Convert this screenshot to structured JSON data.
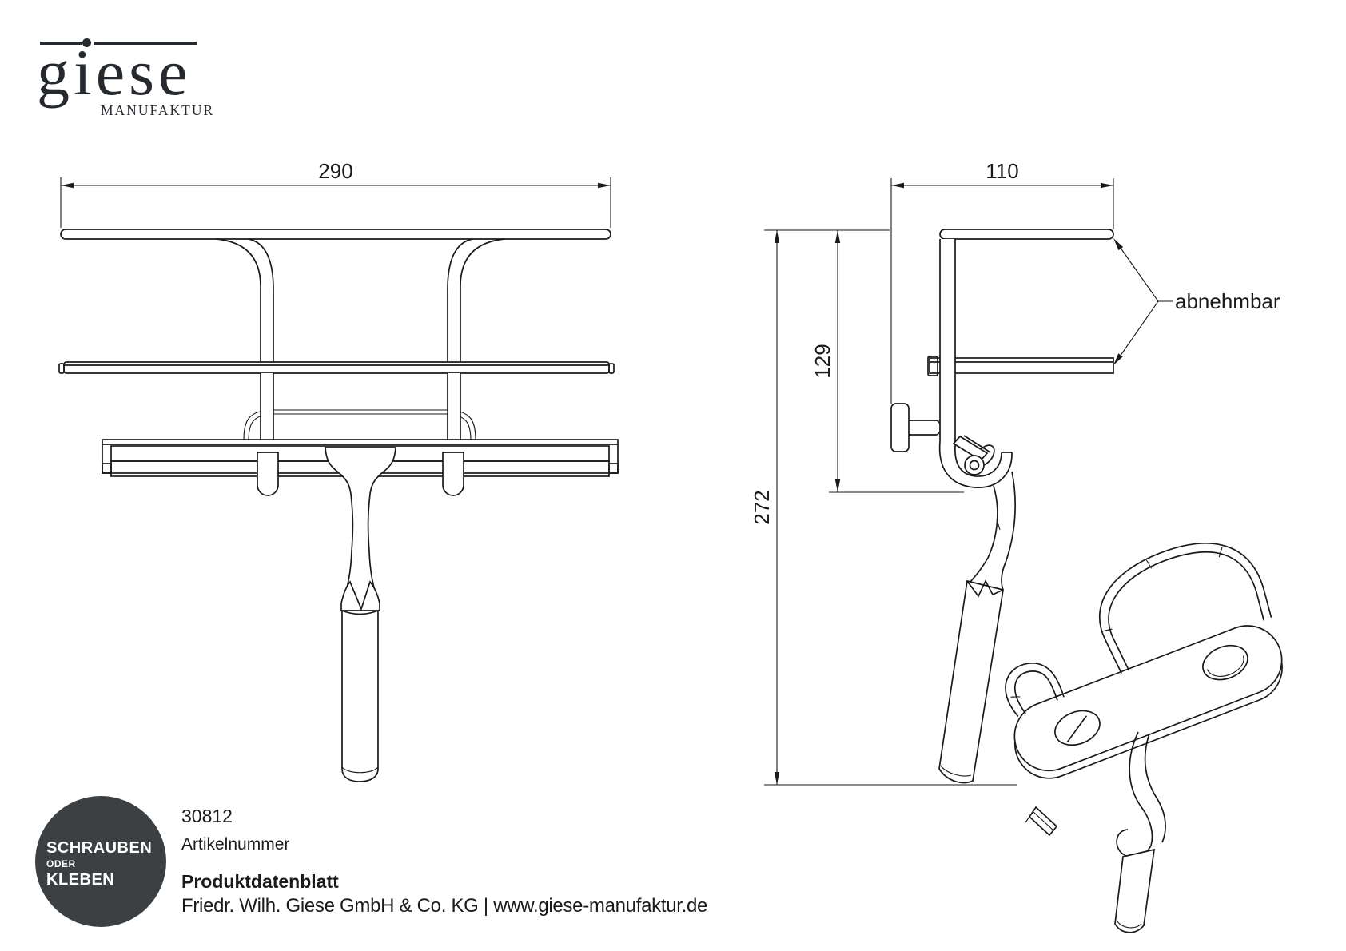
{
  "logo": {
    "brand": "giese",
    "subtitle": "MANUFAKTUR"
  },
  "dims": {
    "front_width": "290",
    "side_depth": "110",
    "side_height_partial": "129",
    "side_height_total": "272",
    "callout": "abnehmbar"
  },
  "badge": {
    "line1": "SCHRAUBEN",
    "line2": "ODER",
    "line3": "KLEBEN",
    "bg_color": "#3d4043",
    "text_color": "#ffffff"
  },
  "product": {
    "article_number": "30812",
    "article_label": "Artikelnummer"
  },
  "footer": {
    "doc_title": "Produktdatenblatt",
    "company_line": "Friedr. Wilh. Giese GmbH & Co. KG | www.giese-manufaktur.de"
  },
  "colors": {
    "line": "#1a1a1a",
    "background": "#ffffff"
  }
}
